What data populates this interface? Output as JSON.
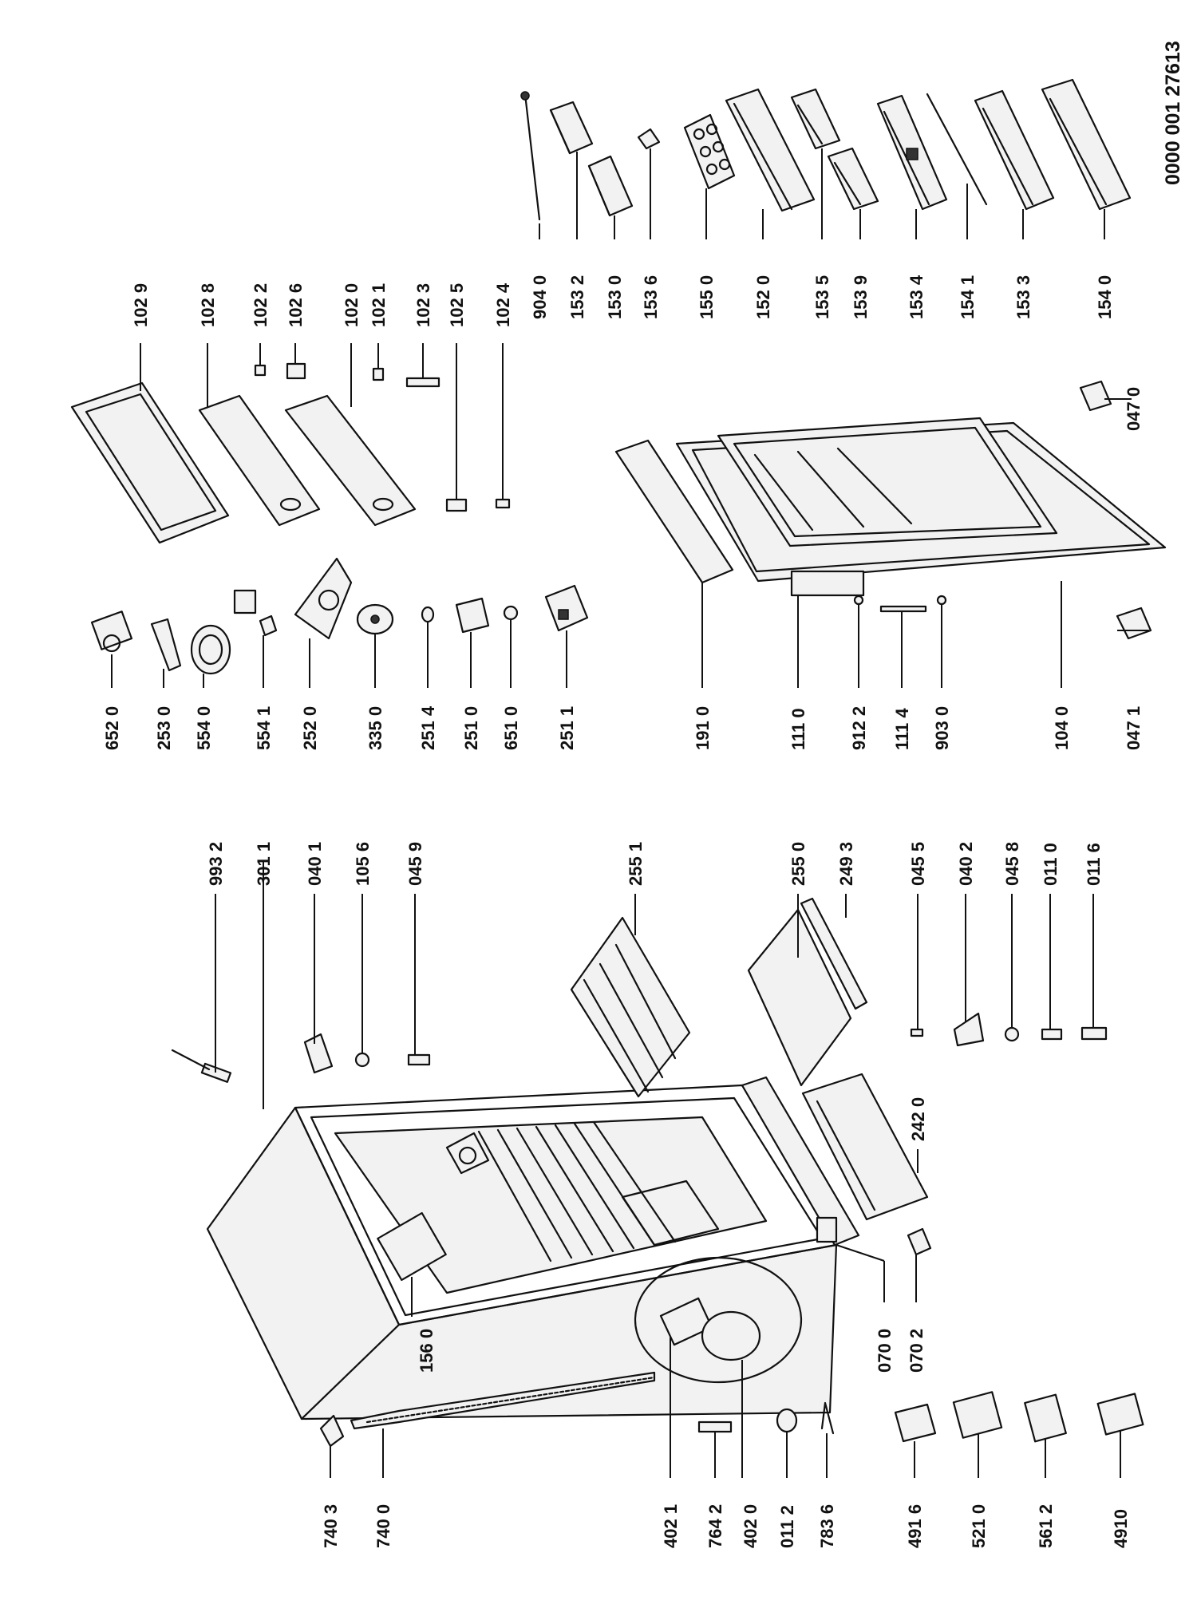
{
  "document_id": "0000 001 27613",
  "callouts": {
    "c1029": "102 9",
    "c1028": "102 8",
    "c1022": "102 2",
    "c1026": "102 6",
    "c1020": "102 0",
    "c1021": "102 1",
    "c1023": "102 3",
    "c1025": "102 5",
    "c1024": "102 4",
    "c9040": "904 0",
    "c1532": "153 2",
    "c1530": "153 0",
    "c1536": "153 6",
    "c1550": "155 0",
    "c1520": "152 0",
    "c1535": "153 5",
    "c1539": "153 9",
    "c1534": "153 4",
    "c1541": "154 1",
    "c1533": "153 3",
    "c1540": "154 0",
    "c0470": "047 0",
    "c0471": "047 1",
    "c6520": "652 0",
    "c2530": "253 0",
    "c5540": "554 0",
    "c5541": "554 1",
    "c2520": "252 0",
    "c3350": "335 0",
    "c2514": "251 4",
    "c2510": "251 0",
    "c6510": "651 0",
    "c2511": "251 1",
    "c1910": "191 0",
    "c1110": "111 0",
    "c9122": "912 2",
    "c1114": "111 4",
    "c9030": "903 0",
    "c1040": "104 0",
    "c9932": "993 2",
    "c3011": "301 1",
    "c0401": "040 1",
    "c1056": "105 6",
    "c0459": "045 9",
    "c2551": "255 1",
    "c2550": "255 0",
    "c2493": "249 3",
    "c0455": "045 5",
    "c0402": "040 2",
    "c0458": "045 8",
    "c0110": "011 0",
    "c0116": "011 6",
    "c2420": "242 0",
    "c1560": "156 0",
    "c0700": "070 0",
    "c0702": "070 2",
    "c7403": "740 3",
    "c7400": "740 0",
    "c4021": "402 1",
    "c7642": "764 2",
    "c4020": "402 0",
    "c0112": "011 2",
    "c7836": "783 6",
    "c4916": "491 6",
    "c5210": "521 0",
    "c5612": "561 2",
    "c4910": "4910"
  }
}
